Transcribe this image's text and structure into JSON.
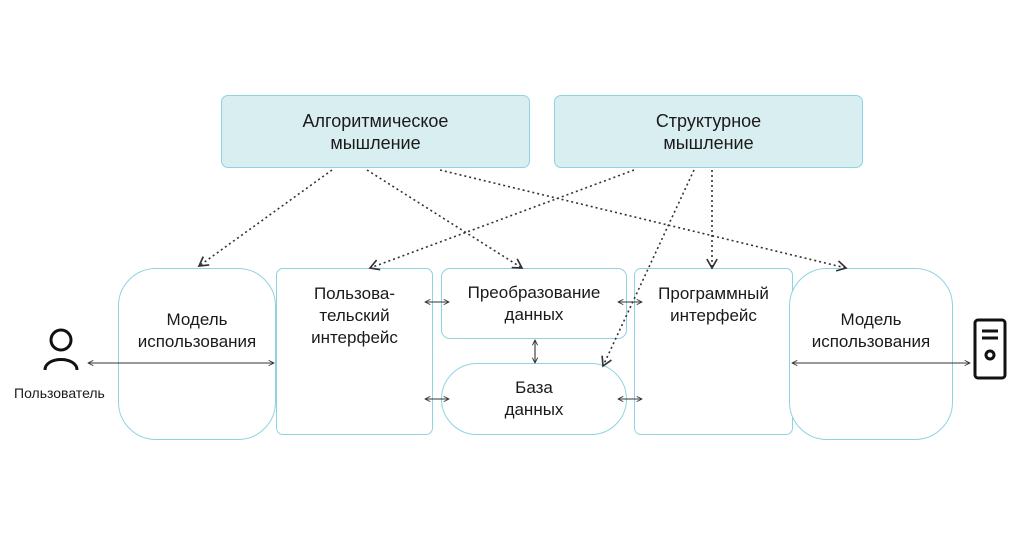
{
  "top": {
    "algorithmic": "Алгоритмическое\nмышление",
    "structural": "Структурное\nмышление"
  },
  "nodes": {
    "user_model_left": "Модель\nиспользования",
    "user_interface": "Пользова-\nтельский\nинтерфейс",
    "data_transform": "Преобразование\nданных",
    "database": "База\nданных",
    "program_interface": "Программный\nинтерфейс",
    "user_model_right": "Модель\nиспользования"
  },
  "actors": {
    "user_label": "Пользователь",
    "user_icon": "person-icon",
    "device_icon": "server-icon"
  },
  "colors": {
    "box_fill": "#d8eef1",
    "box_border": "#8fd3e3",
    "line": "#333333"
  }
}
